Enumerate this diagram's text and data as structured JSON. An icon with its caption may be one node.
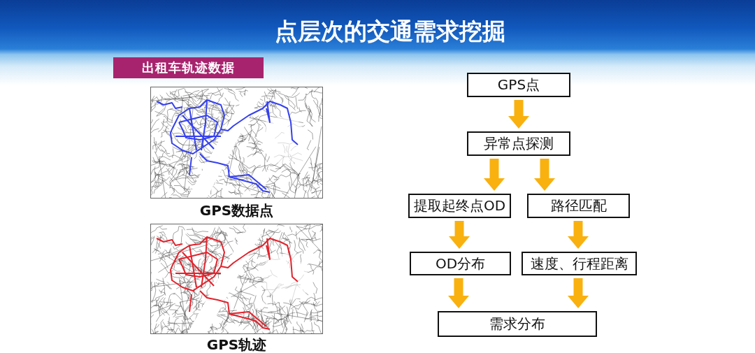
{
  "diagram": {
    "title": "点层次的交通需求挖掘",
    "nodes": [
      {
        "text": [
          "出租车轨迹数据"
        ]
      },
      {
        "text": [
          "GPS数据点"
        ]
      },
      {
        "text": [
          "GPS轨迹"
        ]
      },
      {
        "text": [
          "GPS点"
        ]
      },
      {
        "text": [
          "异常点探测"
        ]
      },
      {
        "text": [
          "提取起终点OD"
        ]
      },
      {
        "text": [
          "路径匹配"
        ]
      },
      {
        "text": [
          "OD分布"
        ]
      },
      {
        "text": [
          "速度、行程距离"
        ]
      },
      {
        "text": [
          "需求分布"
        ]
      }
    ],
    "edges": [
      {
        "from": 3,
        "to": 4,
        "arrow": "to"
      },
      {
        "from": 4,
        "to": 5,
        "arrow": "to"
      },
      {
        "from": 4,
        "to": 6,
        "arrow": "to"
      },
      {
        "from": 5,
        "to": 7,
        "arrow": "to"
      },
      {
        "from": 6,
        "to": 8,
        "arrow": "to"
      },
      {
        "from": 7,
        "to": 9,
        "arrow": "to"
      },
      {
        "from": 8,
        "to": 9,
        "arrow": "to"
      }
    ]
  }
}
